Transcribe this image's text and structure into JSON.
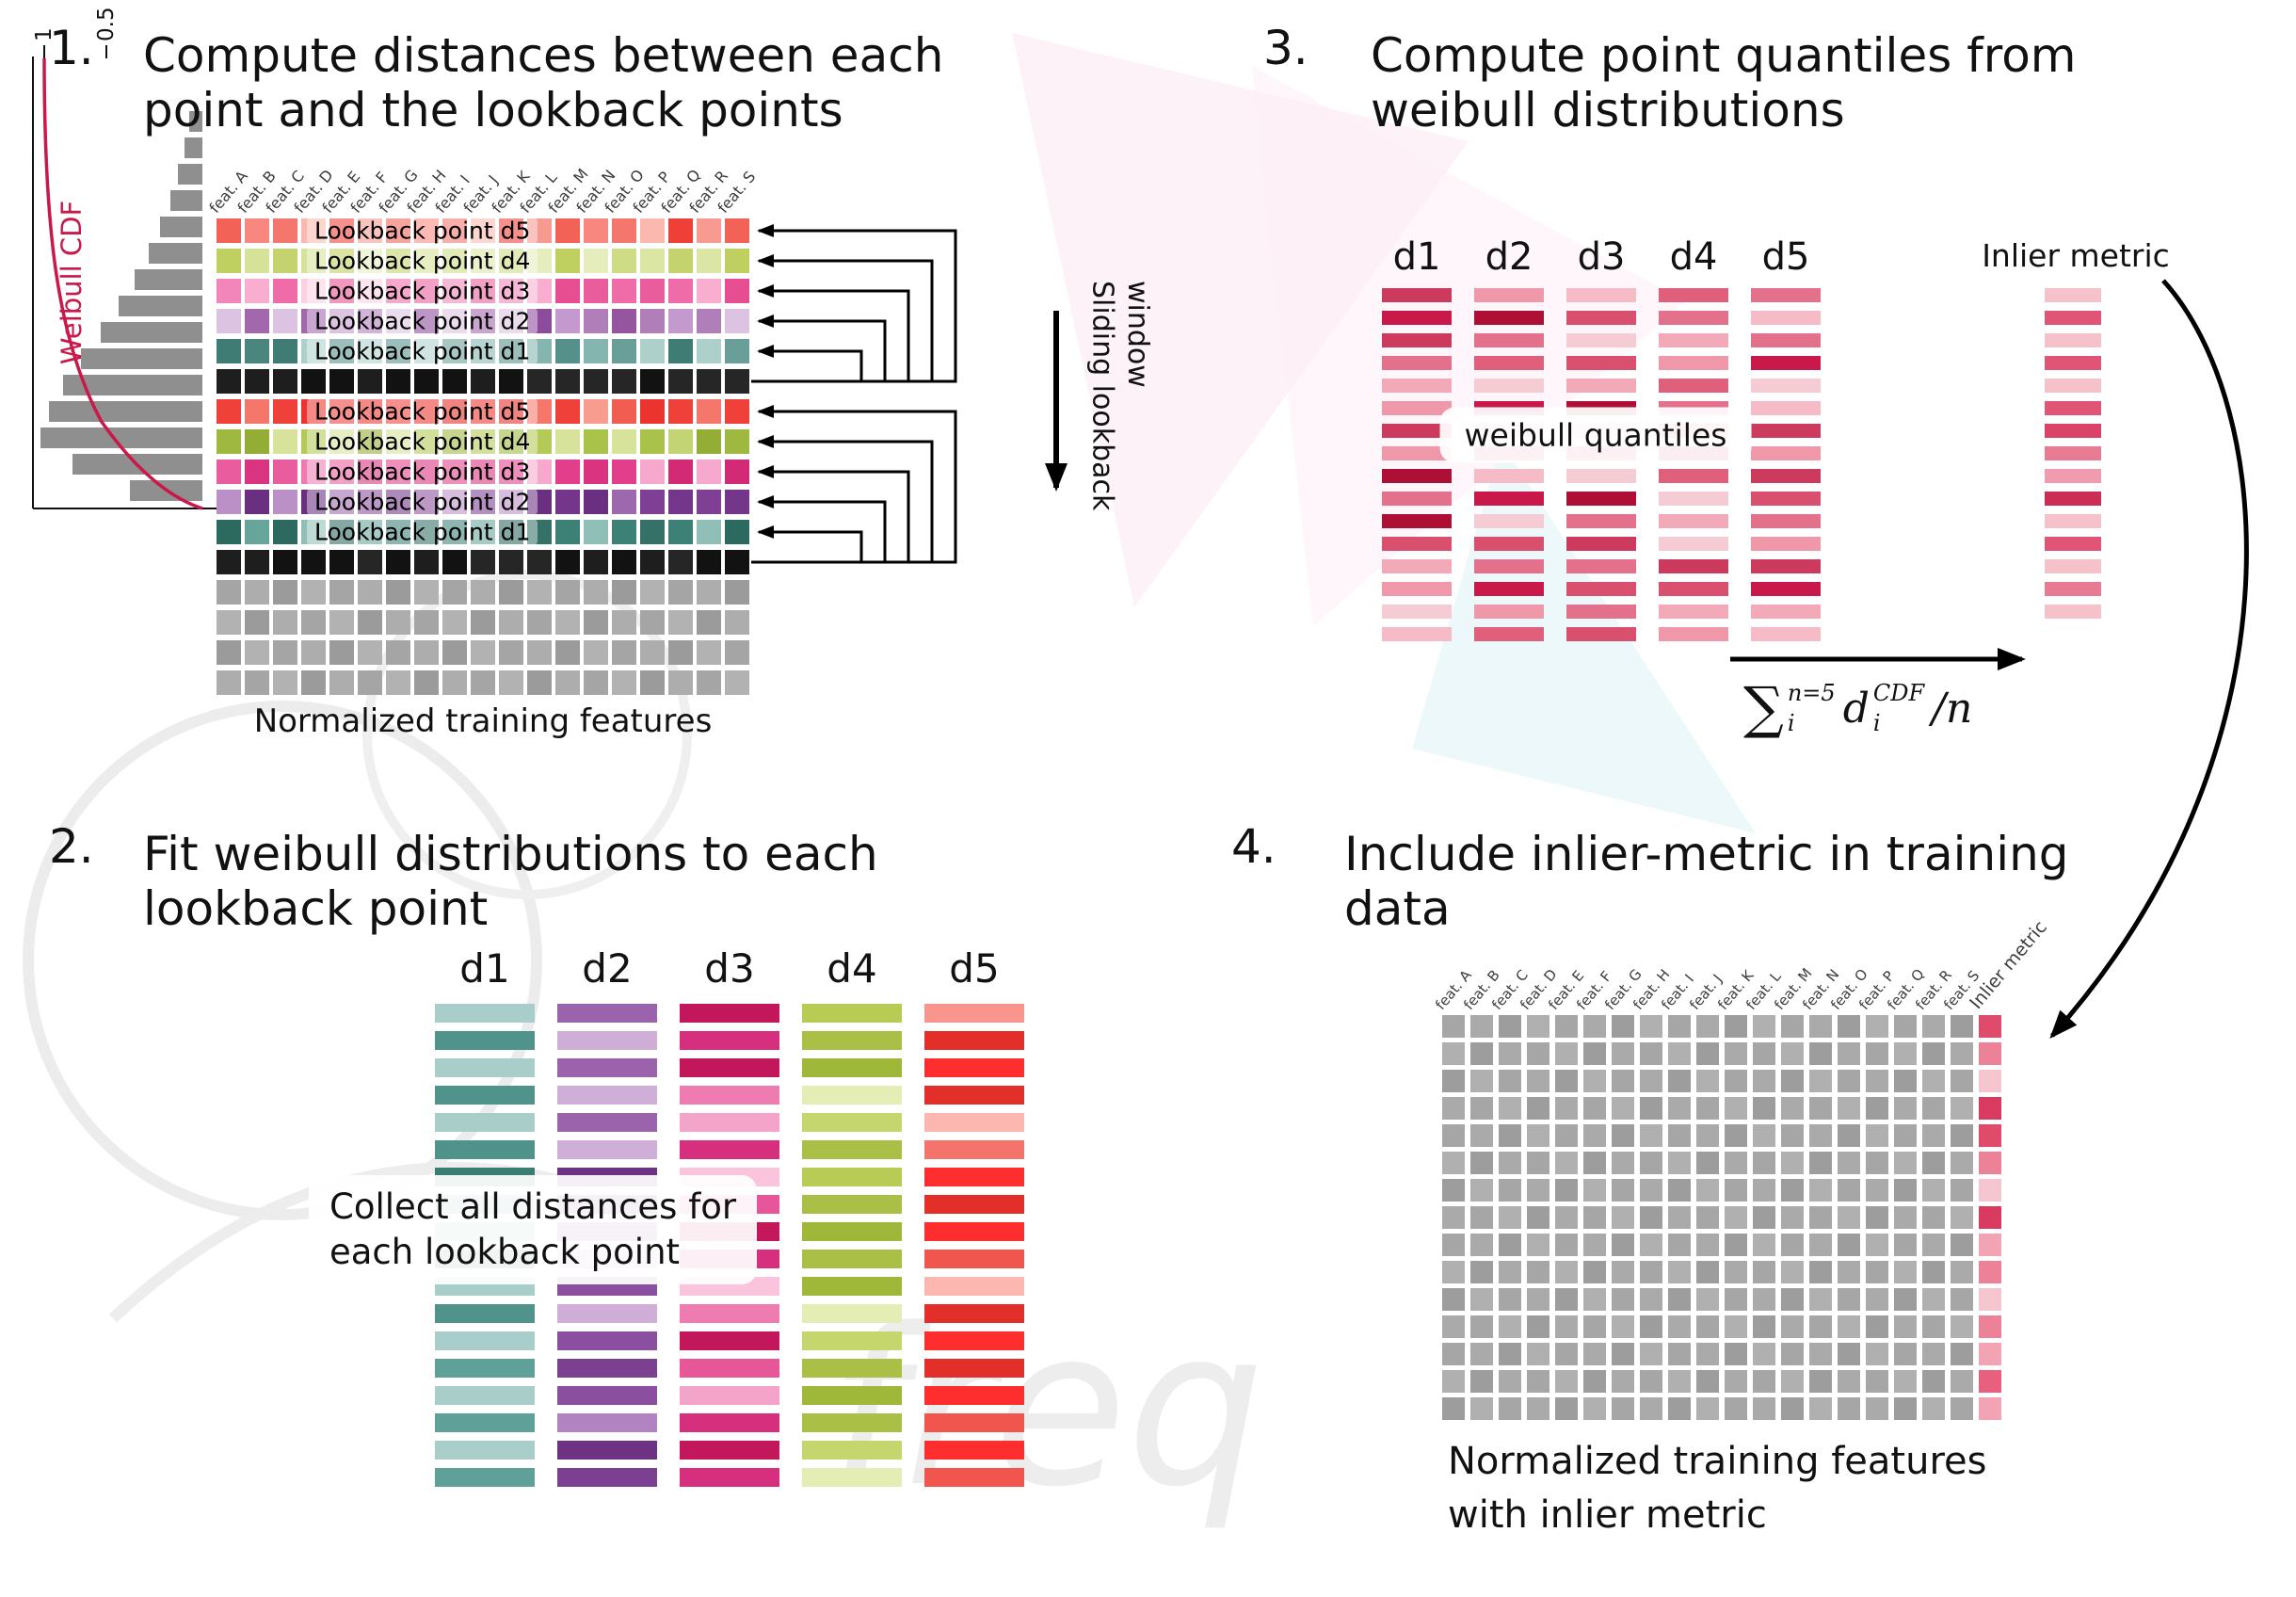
{
  "watermark": {
    "text": "freq"
  },
  "panel1": {
    "number": "1.",
    "title_lines": [
      "Compute distances between each",
      "point and the lookback points"
    ],
    "sliding_label_lines": [
      "Sliding lookback",
      "window"
    ],
    "caption": "Normalized training features",
    "feature_headers": [
      "feat. A",
      "feat. B",
      "feat. C",
      "feat. D",
      "feat. E",
      "feat. F",
      "feat. G",
      "feat. H",
      "feat. I",
      "feat. J",
      "feat. K",
      "feat. L",
      "feat. M",
      "feat. N",
      "feat. O",
      "feat. P",
      "feat. Q",
      "feat. R",
      "feat. S"
    ],
    "rows": [
      {
        "name": "lookback-d5-window1",
        "label": "Lookback point d5",
        "shades": [
          "#f26257",
          "#f79a90",
          "#ef4037",
          "#fbb8ae",
          "#f4766c",
          "#f8887f"
        ]
      },
      {
        "name": "lookback-d4-window1",
        "label": "Lookback point d4",
        "shades": [
          "#d6e297",
          "#c4d36e",
          "#e6edbd",
          "#cedd85",
          "#dbe6a4",
          "#bfcf60"
        ]
      },
      {
        "name": "lookback-d3-window1",
        "label": "Lookback point d3",
        "shades": [
          "#ef6ca8",
          "#f9aed0",
          "#e74e92",
          "#fcd0e3",
          "#f285ba",
          "#e95d9d"
        ]
      },
      {
        "name": "lookback-d2-window1",
        "label": "Lookback point d2",
        "shades": [
          "#a267ad",
          "#c49ace",
          "#8d4b9c",
          "#dbc3e1",
          "#b07fba",
          "#96559f"
        ]
      },
      {
        "name": "lookback-d1-window1",
        "label": "Lookback point d1",
        "shades": [
          "#55918a",
          "#84b5ae",
          "#3e7c74",
          "#aed0cb",
          "#699f98",
          "#4a867e"
        ]
      },
      {
        "name": "current-point-window1",
        "shades": [
          "#121212",
          "#1e1e1e",
          "#262626"
        ]
      },
      {
        "name": "lookback-d5-window2",
        "label": "Lookback point d5",
        "shades": [
          "#ef403a",
          "#f5776c",
          "#e52c27",
          "#f99c90",
          "#f25d52",
          "#ec342f"
        ]
      },
      {
        "name": "lookback-d4-window2",
        "label": "Lookback point d4",
        "shades": [
          "#a9c24a",
          "#c3d475",
          "#94ad35",
          "#d7e29a",
          "#b3ca57",
          "#9fb83f"
        ]
      },
      {
        "name": "lookback-d3-window2",
        "label": "Lookback point d3",
        "shades": [
          "#e23e8c",
          "#ee7ab1",
          "#d32a76",
          "#f6a9cc",
          "#e95c9e",
          "#da3380"
        ]
      },
      {
        "name": "lookback-d2-window2",
        "label": "Lookback point d2",
        "shades": [
          "#7e3f94",
          "#9d68ae",
          "#6a2f80",
          "#bb90c7",
          "#8d50a0",
          "#74368a"
        ]
      },
      {
        "name": "lookback-d1-window2",
        "label": "Lookback point d1",
        "shades": [
          "#3d8076",
          "#67a49a",
          "#2c6a60",
          "#8fbfb6",
          "#4f9187",
          "#357167"
        ]
      },
      {
        "name": "current-point-window2",
        "shades": [
          "#121212",
          "#1e1e1e",
          "#262626"
        ]
      },
      {
        "name": "training-row",
        "shades": [
          "#a5a5a5",
          "#b2b2b2",
          "#9b9b9b",
          "#adadad"
        ]
      },
      {
        "name": "training-row",
        "shades": [
          "#a5a5a5",
          "#b2b2b2",
          "#9b9b9b",
          "#adadad"
        ]
      },
      {
        "name": "training-row",
        "shades": [
          "#a5a5a5",
          "#b2b2b2",
          "#9b9b9b",
          "#adadad"
        ]
      },
      {
        "name": "training-row",
        "shades": [
          "#a5a5a5",
          "#b2b2b2",
          "#9b9b9b",
          "#adadad"
        ]
      }
    ]
  },
  "panel2": {
    "number": "2.",
    "title_lines": [
      "Fit weibull distributions to each",
      "lookback point"
    ],
    "overlay_lines": [
      "Collect all distances for",
      "each lookback point"
    ],
    "plot": {
      "ylabel": "Weibull CDF",
      "tick_labels": [
        "1",
        "0.5"
      ],
      "curve_color": "#c9184a",
      "bar_color": "#8f8f8f",
      "hist": [
        0.08,
        0.11,
        0.15,
        0.2,
        0.26,
        0.33,
        0.42,
        0.52,
        0.63,
        0.75,
        0.86,
        0.95,
        1.0,
        0.8,
        0.45
      ]
    },
    "columns": [
      {
        "label": "d1",
        "shades": [
          "#4f938b",
          "#7fb5ae",
          "#2f6f66",
          "#a9cdc8",
          "#5fa199",
          "#3a7d73"
        ]
      },
      {
        "label": "d2",
        "shades": [
          "#8a4f9e",
          "#b183c1",
          "#6d3382",
          "#cfaed8",
          "#9a63ab",
          "#7b4090"
        ]
      },
      {
        "label": "d3",
        "shades": [
          "#e8569a",
          "#f4a3c9",
          "#d62f7e",
          "#fac4dd",
          "#ee7cb0",
          "#c2185b"
        ]
      },
      {
        "label": "d4",
        "shades": [
          "#b8cc55",
          "#d3e18c",
          "#9fb83a",
          "#e4edb3",
          "#c5d66e",
          "#aabf45"
        ]
      },
      {
        "label": "d5",
        "shades": [
          "#f1564e",
          "#f8958d",
          "#e22f2a",
          "#fbb7b0",
          "#f4736a",
          "#ff2e2e"
        ]
      }
    ]
  },
  "panel3": {
    "number": "3.",
    "title_lines": [
      "Compute point quantiles from",
      "weibull distributions"
    ],
    "overlay": "weibull quantiles",
    "inlier_label": "Inlier metric",
    "columns": [
      {
        "label": "d1",
        "shades": [
          "#d94f6e",
          "#f2a9b8",
          "#c9184a",
          "#f6ccd4",
          "#e4718c",
          "#ad0f35",
          "#ef98a9",
          "#e0607c",
          "#f5bcc7",
          "#cc3a5e"
        ]
      },
      {
        "label": "d2",
        "shades": [
          "#e4718c",
          "#c9184a",
          "#f5bcc7",
          "#d94f6e",
          "#ef98a9",
          "#ad0f35",
          "#f2a9b8",
          "#cc3a5e",
          "#f6ccd4",
          "#e0607c"
        ]
      },
      {
        "label": "d3",
        "shades": [
          "#c9184a",
          "#f6ccd4",
          "#e0607c",
          "#f2a9b8",
          "#cc3a5e",
          "#ef98a9",
          "#ad0f35",
          "#e4718c",
          "#d94f6e",
          "#f5bcc7"
        ]
      },
      {
        "label": "d4",
        "shades": [
          "#f2a9b8",
          "#d94f6e",
          "#ad0f35",
          "#f6ccd4",
          "#e0607c",
          "#c9184a",
          "#f5bcc7",
          "#e4718c",
          "#cc3a5e",
          "#ef98a9"
        ]
      },
      {
        "label": "d5",
        "shades": [
          "#ef98a9",
          "#e0607c",
          "#f5bcc7",
          "#cc3a5e",
          "#c9184a",
          "#f2a9b8",
          "#d94f6e",
          "#f6ccd4",
          "#ad0f35",
          "#e4718c"
        ]
      }
    ],
    "inlier_shades": [
      "#e05575",
      "#f09cae",
      "#cc2d55",
      "#f5c2cc",
      "#e77b93",
      "#d94368"
    ],
    "formula": {
      "sigma": "∑",
      "sigma_sup": "n=5",
      "sigma_sub": "i",
      "term": "d",
      "term_sup": "CDF",
      "term_sub": "i",
      "divisor": "/n"
    }
  },
  "panel4": {
    "number": "4.",
    "title_lines": [
      "Include inlier-metric in training",
      "data"
    ],
    "caption_lines": [
      "Normalized training features",
      "with inlier metric"
    ],
    "feature_headers": [
      "feat. A",
      "feat. B",
      "feat. C",
      "feat. D",
      "feat. E",
      "feat. F",
      "feat. G",
      "feat. H",
      "feat. I",
      "feat. J",
      "feat. K",
      "feat. L",
      "feat. M",
      "feat. N",
      "feat. O",
      "feat. P",
      "feat. Q",
      "feat. R",
      "feat. S",
      "Inlier metric"
    ],
    "grid": {
      "rows": 15,
      "cols": 20,
      "gray_shades": [
        "#a6a6a6",
        "#b0b0b0",
        "#9d9d9d",
        "#aaaaaa"
      ],
      "inlier_shades": [
        "#e8607e",
        "#f2a4b4",
        "#d93a60",
        "#f6c6d0",
        "#ec8198",
        "#e04a6b"
      ]
    }
  }
}
